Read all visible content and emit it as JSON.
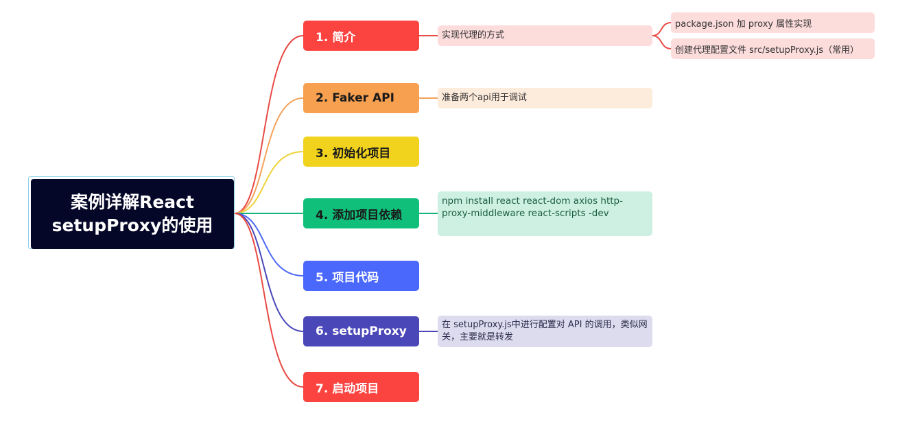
{
  "root": {
    "line1": "案例详解React",
    "line2": "setupProxy的使用",
    "bg_color": "#050728"
  },
  "branches": [
    {
      "label": "1. 简介",
      "color": "#fb4340",
      "line_color": "#e84a45"
    },
    {
      "label": "2. Faker API",
      "color": "#f7a050",
      "line_color": "#f4a25a"
    },
    {
      "label": "3. 初始化项目",
      "color": "#f1d31e",
      "line_color": "#efd33a"
    },
    {
      "label": "4. 添加项目依赖",
      "color": "#0fbf7a",
      "line_color": "#17b47a"
    },
    {
      "label": "5. 项目代码",
      "color": "#4a68fc",
      "line_color": "#4c68f5"
    },
    {
      "label": "6. setupProxy",
      "color": "#4a47b8",
      "line_color": "#4a47b8"
    },
    {
      "label": "7. 启动项目",
      "color": "#fb4340",
      "line_color": "#e84a45"
    }
  ],
  "notes": {
    "intro": "实现代理的方式",
    "faker": "准备两个api用于调试",
    "deps": "npm install react react-dom axios http-proxy-middleware react-scripts -dev",
    "setup_proxy": "在 setupProxy.js中进行配置对 API 的调用，类似网关，主要就是转发"
  },
  "intro_subs": [
    "package.json 加 proxy 属性实现",
    "创建代理配置文件 src/setupProxy.js（常用）"
  ]
}
